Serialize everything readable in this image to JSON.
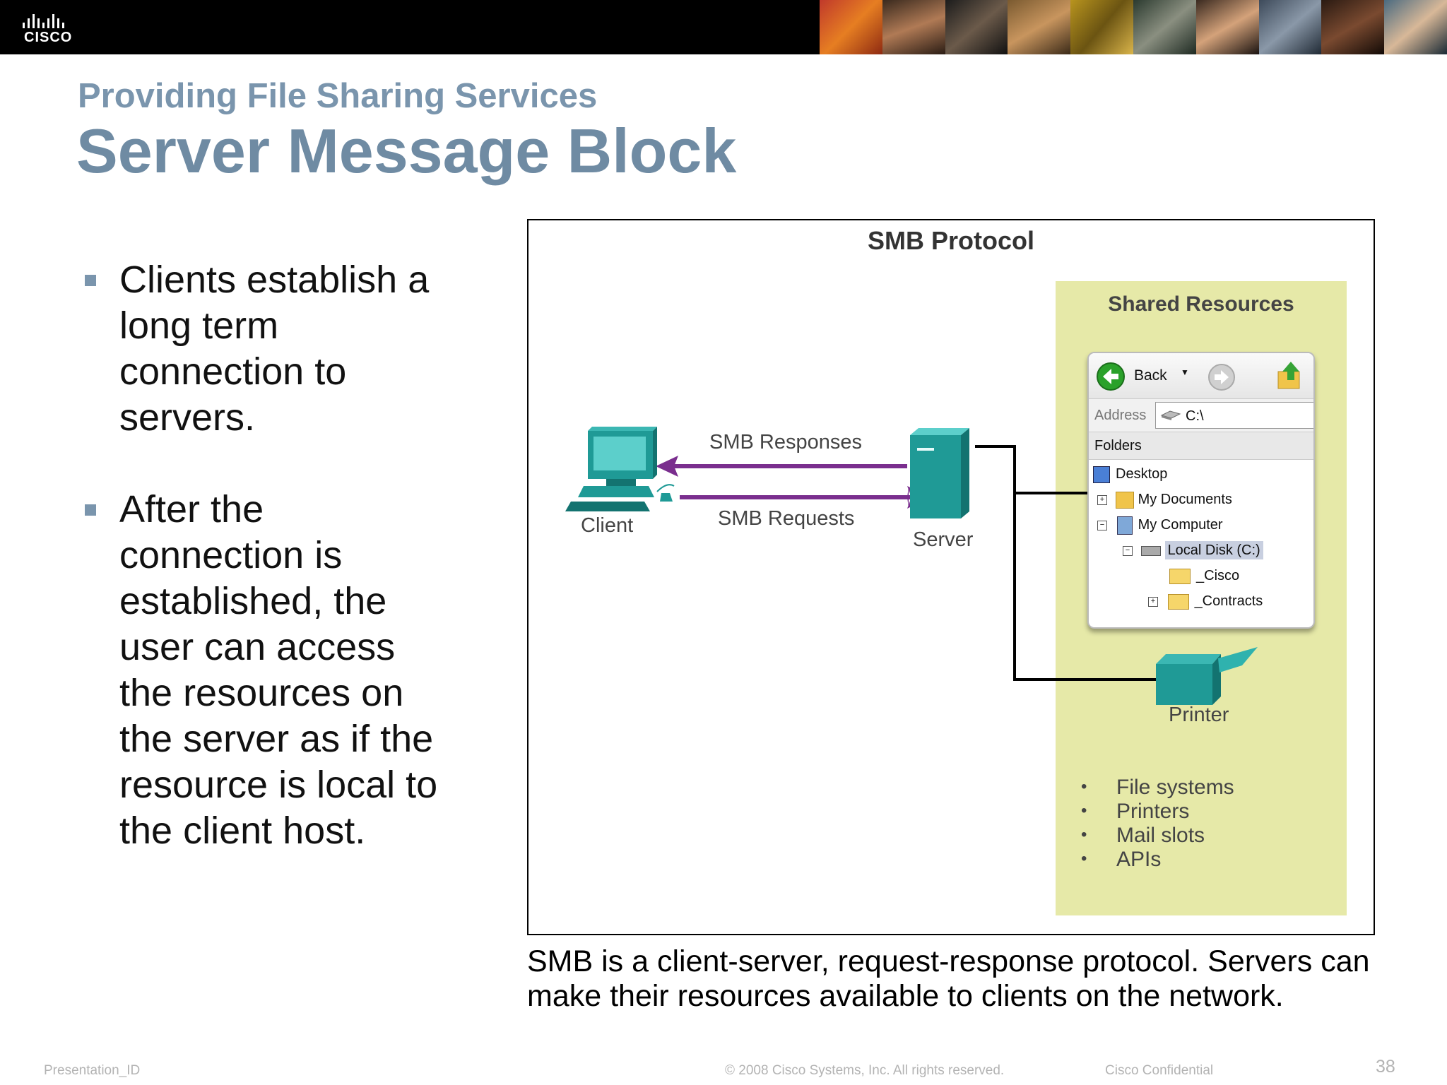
{
  "header": {
    "logo_text": "CISCO"
  },
  "slide": {
    "subtitle": "Providing File Sharing Services",
    "title": "Server Message Block"
  },
  "bullets": [
    "Clients establish a long term connection to servers.",
    "After the connection is established, the user can access the resources on the server as if the resource is local to the client host."
  ],
  "figure": {
    "title": "SMB Protocol",
    "client_label": "Client",
    "server_label": "Server",
    "responses_label": "SMB Responses",
    "requests_label": "SMB Requests",
    "shared_title": "Shared Resources",
    "printer_label": "Printer",
    "explorer": {
      "back": "Back",
      "address_label": "Address",
      "address_value": "C:\\",
      "folders": "Folders",
      "tree": [
        "Desktop",
        "My Documents",
        "My Computer",
        "Local Disk (C:)",
        "_Cisco",
        "_Contracts"
      ]
    },
    "resources": [
      "File systems",
      "Printers",
      "Mail slots",
      "APIs"
    ],
    "colors": {
      "teal": "#1f9a96",
      "arrow": "#7a2e8e",
      "panel": "#e6e9a8"
    }
  },
  "caption": "SMB is a client-server, request-response protocol.  Servers can make their resources available to clients on the network.",
  "footer": {
    "left": "Presentation_ID",
    "center": "© 2008 Cisco Systems, Inc. All rights reserved.",
    "right": "Cisco Confidential",
    "page": "38"
  }
}
